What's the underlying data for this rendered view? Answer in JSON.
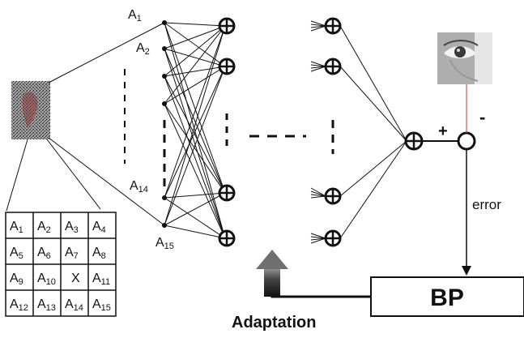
{
  "labels": {
    "a1": "A",
    "a1_sub": "1",
    "a2": "A",
    "a2_sub": "2",
    "a14": "A",
    "a14_sub": "14",
    "a15": "A",
    "a15_sub": "15",
    "plus": "+",
    "minus": "-",
    "error": "error",
    "bp": "BP",
    "adaptation": "Adaptation"
  },
  "grid": [
    [
      {
        "t": "A",
        "s": "1"
      },
      {
        "t": "A",
        "s": "2"
      },
      {
        "t": "A",
        "s": "3"
      },
      {
        "t": "A",
        "s": "4"
      }
    ],
    [
      {
        "t": "A",
        "s": "5"
      },
      {
        "t": "A",
        "s": "6"
      },
      {
        "t": "A",
        "s": "7"
      },
      {
        "t": "A",
        "s": "8"
      }
    ],
    [
      {
        "t": "A",
        "s": "9"
      },
      {
        "t": "A",
        "s": "10"
      },
      {
        "t": "X",
        "s": ""
      },
      {
        "t": "A",
        "s": "11"
      }
    ],
    [
      {
        "t": "A",
        "s": "12"
      },
      {
        "t": "A",
        "s": "13"
      },
      {
        "t": "A",
        "s": "14"
      },
      {
        "t": "A",
        "s": "15"
      }
    ]
  ],
  "colors": {
    "line": "#111111",
    "error_line": "#c0392b",
    "adaptation_arrow_dark": "#222222",
    "adaptation_arrow_light": "#7a7a7a"
  }
}
